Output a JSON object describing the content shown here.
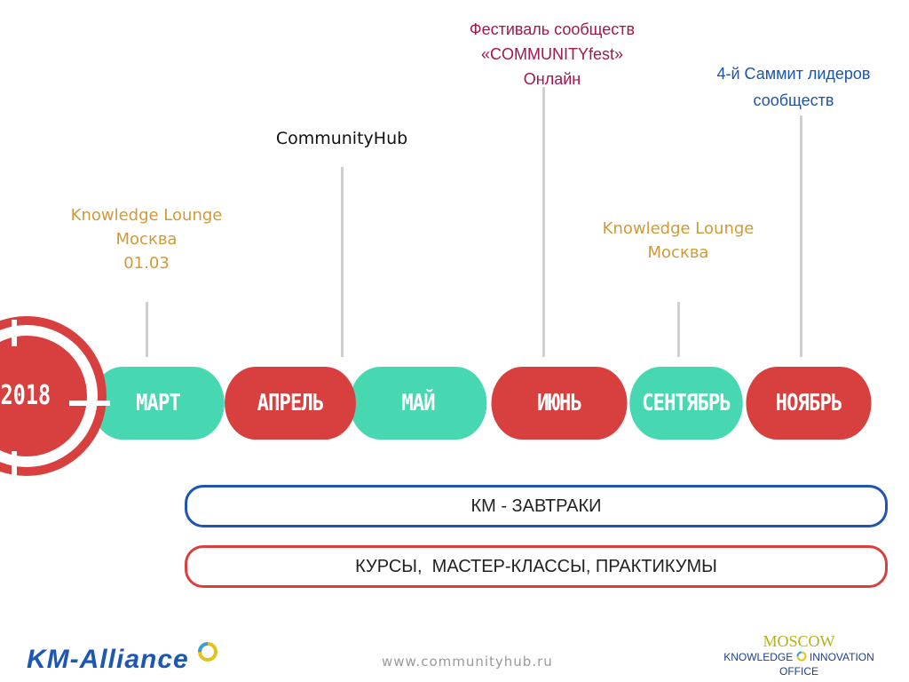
{
  "year": "2018",
  "months": [
    {
      "label": "МАРТ",
      "color": "#47d8b2"
    },
    {
      "label": "АПРЕЛЬ",
      "color": "#d8403f"
    },
    {
      "label": "МАЙ",
      "color": "#47d8b2"
    },
    {
      "label": "ИЮНЬ",
      "color": "#d8403f"
    },
    {
      "label": "СЕНТЯБРЬ",
      "color": "#47d8b2"
    },
    {
      "label": "НОЯБРЬ",
      "color": "#d8403f"
    }
  ],
  "events": {
    "march": {
      "line1": "Knowledge Lounge",
      "line2": "Москва",
      "line3": "01.03"
    },
    "april": {
      "line1": "CommunityHub"
    },
    "june": {
      "line1": "Фестиваль сообществ",
      "line2": "«COMMUNITYfest»",
      "line3": "Онлайн"
    },
    "september": {
      "line1": "Knowledge Lounge",
      "line2": "Москва"
    },
    "november": {
      "line1": "4-й Саммит лидеров",
      "line2": "сообществ"
    }
  },
  "bars": {
    "breakfasts": "КМ - ЗАВТРАКИ",
    "courses": "КУРСЫ,  МАСТЕР-КЛАССЫ, ПРАКТИКУМЫ"
  },
  "footer": {
    "website": "www.communityhub.ru",
    "logo_left": "KM-Alliance",
    "logo_right": {
      "line1": "MOSCOW",
      "line2": "KNOWLEDGE",
      "line3": "INNOVATION",
      "line4": "OFFICE"
    }
  },
  "colors": {
    "teal": "#47d8b2",
    "red": "#d8403f",
    "blue": "#1f54b4",
    "gold": "#cf9a3a",
    "crimson": "#a3164e"
  }
}
